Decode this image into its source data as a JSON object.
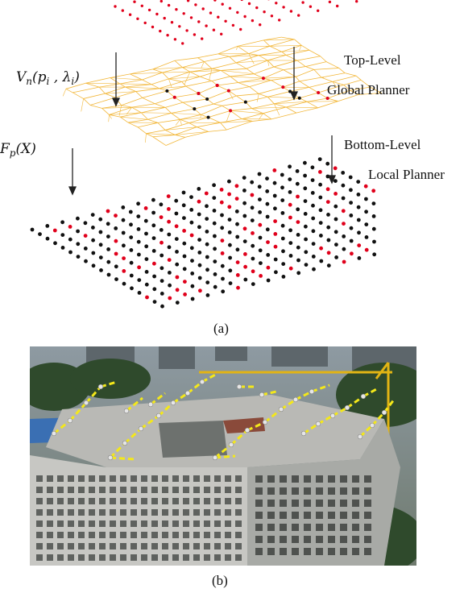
{
  "panel_a": {
    "math_vn": "Vn(pi, λi)",
    "math_fp": "Fp(X)",
    "top_level_label_1": "Top-Level",
    "top_level_label_2": "Global Planner",
    "bottom_level_label_1": "Bottom-Level",
    "bottom_level_label_2": "Local Planner",
    "caption": "(a)"
  },
  "panel_b": {
    "caption": "(b)"
  },
  "colors": {
    "red_dot": "#e0001b",
    "black_dot": "#111111",
    "mesh": "#f2b73a",
    "path": "#f4e81a",
    "sky": "#9aa6ad",
    "building": "#c9c9c5"
  }
}
